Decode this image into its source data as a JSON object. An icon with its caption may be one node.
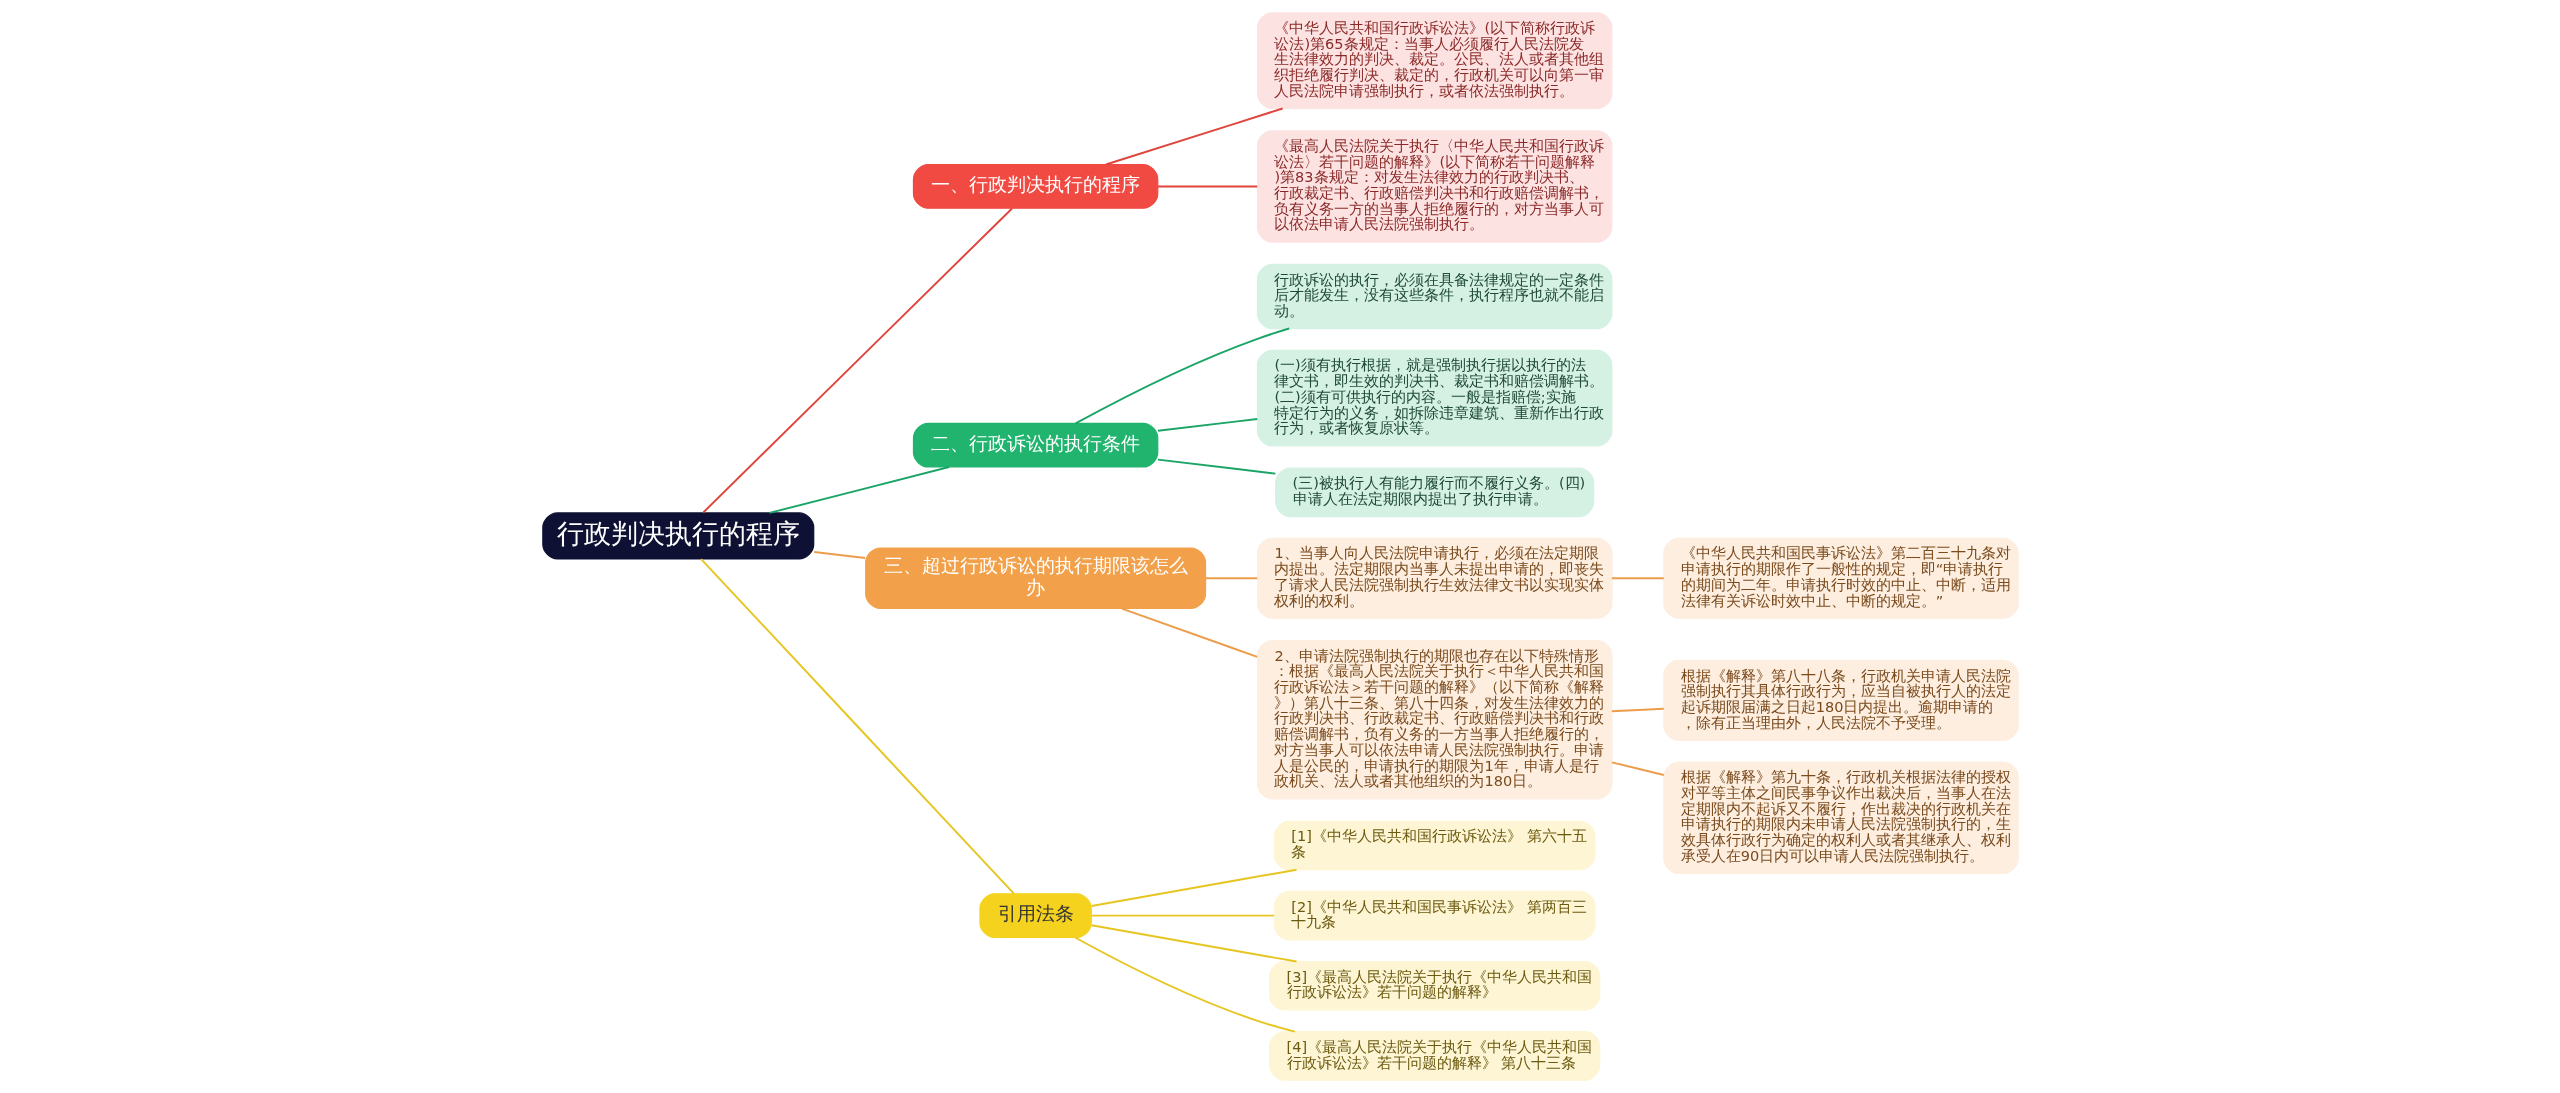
{
  "diagram": {
    "nodes": [
      {
        "text": [
          "行政判决执行的程序"
        ]
      },
      {
        "text": [
          "一、行政判决执行的程序"
        ]
      },
      {
        "text": [
          "《中华人民共和国行政诉讼法》(以下简称行政诉讼法)第65条规定：当事人必须履行人民法院发生法律效力的判决、裁定。公民、法人或者其他组织拒绝履行判决、裁定的，行政机关可以向第一审人民法院申请强制执行，或者依法强制执行。"
        ]
      },
      {
        "text": [
          "《最高人民法院关于执行〈中华人民共和国行政诉讼法〉若干问题的解释》(以下简称若干问题解释)第83条规定：对发生法律效力的行政判决书、行政裁定书、行政赔偿判决书和行政赔偿调解书，负有义务一方的当事人拒绝履行的，对方当事人可以依法申请人民法院强制执行。"
        ]
      },
      {
        "text": [
          "二、行政诉讼的执行条件"
        ]
      },
      {
        "text": [
          "行政诉讼的执行，必须在具备法律规定的一定条件后才能发生，没有这些条件，执行程序也就不能启动。"
        ]
      },
      {
        "text": [
          "(一)须有执行根据，就是强制执行据以执行的法律文书，即生效的判决书、裁定书和赔偿调解书。(二)须有可供执行的内容。一般是指赔偿;实施特定行为的义务，如拆除违章建筑、重新作出行政行为，或者恢复原状等。"
        ]
      },
      {
        "text": [
          "(三)被执行人有能力履行而不履行义务。(四)申请人在法定期限内提出了执行申请。"
        ]
      },
      {
        "text": [
          "三、超过行政诉讼的执行期限该怎么办"
        ]
      },
      {
        "text": [
          "1、当事人向人民法院申请执行，必须在法定期限内提出。法定期限内当事人未提出申请的，即丧失了请求人民法院强制执行生效法律文书以实现实体权利的权利。"
        ]
      },
      {
        "text": [
          "《中华人民共和国民事诉讼法》第二百三十九条对申请执行的期限作了一般性的规定，即“申请执行的期间为二年。申请执行时效的中止、中断，适用法律有关诉讼时效中止、中断的规定。”"
        ]
      },
      {
        "text": [
          "2、申请法院强制执行的期限也存在以下特殊情形：根据《最高人民法院关于执行＜中华人民共和国行政诉讼法＞若干问题的解释》（以下简称《解释》）第八十三条、第八十四条，对发生法律效力的行政判决书、行政裁定书、行政赔偿判决书和行政赔偿调解书，负有义务的一方当事人拒绝履行的，对方当事人可以依法申请人民法院强制执行。申请人是公民的，申请执行的期限为1年，申请人是行政机关、法人或者其他组织的为180日。"
        ]
      },
      {
        "text": [
          "根据《解释》第八十八条，行政机关申请人民法院强制执行其具体行政行为，应当自被执行人的法定起诉期限届满之日起180日内提出。逾期申请的，除有正当理由外，人民法院不予受理。"
        ]
      },
      {
        "text": [
          "根据《解释》第九十条，行政机关根据法律的授权对平等主体之间民事争议作出裁决后，当事人在法定期限内不起诉又不履行，作出裁决的行政机关在申请执行的期限内未申请人民法院强制执行的，生效具体行政行为确定的权利人或者其继承人、权利承受人在90日内可以申请人民法院强制执行。"
        ]
      },
      {
        "text": [
          "引用法条"
        ]
      },
      {
        "text": [
          "[1]《中华人民共和国行政诉讼法》 第六十五条"
        ]
      },
      {
        "text": [
          "[2]《中华人民共和国民事诉讼法》 第两百三十九条"
        ]
      },
      {
        "text": [
          "[3]《最高人民法院关于执行《中华人民共和国行政诉讼法》若干问题的解释》"
        ]
      },
      {
        "text": [
          "[4]《最高人民法院关于执行《中华人民共和国行政诉讼法》若干问题的解释》 第八十三条"
        ]
      }
    ],
    "edges": [
      {
        "from": 0,
        "to": 1,
        "arrow": "none",
        "color": "#e0453c"
      },
      {
        "from": 1,
        "to": 2,
        "arrow": "none",
        "color": "#e0453c"
      },
      {
        "from": 1,
        "to": 3,
        "arrow": "none",
        "color": "#e0453c"
      },
      {
        "from": 0,
        "to": 4,
        "arrow": "none",
        "color": "#1aa567"
      },
      {
        "from": 4,
        "to": 5,
        "arrow": "none",
        "color": "#1aa567"
      },
      {
        "from": 4,
        "to": 6,
        "arrow": "none",
        "color": "#1aa567"
      },
      {
        "from": 4,
        "to": 7,
        "arrow": "none",
        "color": "#1aa567"
      },
      {
        "from": 0,
        "to": 8,
        "arrow": "none",
        "color": "#ec9d4b"
      },
      {
        "from": 8,
        "to": 9,
        "arrow": "none",
        "color": "#ec9d4b"
      },
      {
        "from": 9,
        "to": 10,
        "arrow": "none",
        "color": "#ec9d4b"
      },
      {
        "from": 8,
        "to": 11,
        "arrow": "none",
        "color": "#ec9d4b"
      },
      {
        "from": 11,
        "to": 12,
        "arrow": "none",
        "color": "#ec9d4b"
      },
      {
        "from": 11,
        "to": 13,
        "arrow": "none",
        "color": "#ec9d4b"
      },
      {
        "from": 0,
        "to": 14,
        "arrow": "none",
        "color": "#e7c520"
      },
      {
        "from": 14,
        "to": 15,
        "arrow": "none",
        "color": "#e7c520"
      },
      {
        "from": 14,
        "to": 16,
        "arrow": "none",
        "color": "#e7c520"
      },
      {
        "from": 14,
        "to": 17,
        "arrow": "none",
        "color": "#e7c520"
      },
      {
        "from": 14,
        "to": 18,
        "arrow": "none",
        "color": "#e7c520"
      }
    ]
  }
}
